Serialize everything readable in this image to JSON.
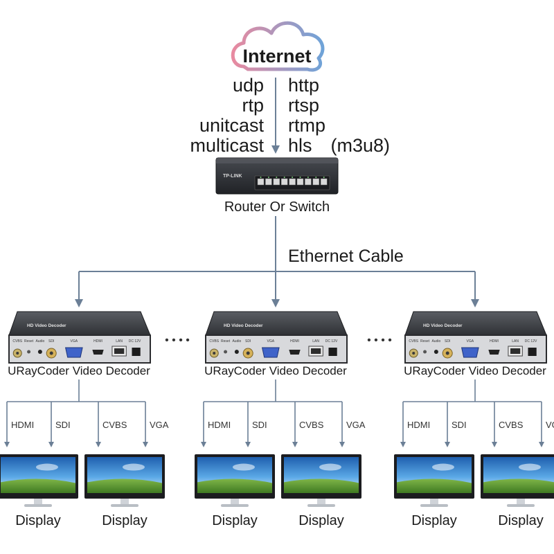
{
  "cloud": {
    "label": "Internet"
  },
  "protocols": {
    "left": [
      "udp",
      "rtp",
      "unitcast",
      "multicast"
    ],
    "right": [
      "http",
      "rtsp",
      "rtmp",
      "hls　(m3u8)"
    ]
  },
  "router": {
    "brand": "TP-LINK",
    "caption": "Router Or Switch"
  },
  "cable_label": "Ethernet Cable",
  "ellipsis": "• • • •",
  "decoders": [
    {
      "caption": "URayCoder Video Decoder",
      "top_label": "HD Video Decoder",
      "ports": [
        "CVBS",
        "Reset",
        "Audio",
        "SDI",
        "VGA",
        "HDMI",
        "LAN",
        "DC 12V"
      ],
      "outputs": [
        "HDMI",
        "SDI",
        "CVBS",
        "VGA"
      ],
      "displays": [
        "Display",
        "Display"
      ]
    },
    {
      "caption": "URayCoder Video Decoder",
      "top_label": "HD Video Decoder",
      "ports": [
        "CVBS",
        "Reset",
        "Audio",
        "SDI",
        "VGA",
        "HDMI",
        "LAN",
        "DC 12V"
      ],
      "outputs": [
        "HDMI",
        "SDI",
        "CVBS",
        "VGA"
      ],
      "displays": [
        "Display",
        "Display"
      ]
    },
    {
      "caption": "URayCoder Video Decoder",
      "top_label": "HD Video Decoder",
      "ports": [
        "CVBS",
        "Reset",
        "Audio",
        "SDI",
        "VGA",
        "HDMI",
        "LAN",
        "DC 12V"
      ],
      "outputs": [
        "HDMI",
        "SDI",
        "CVBS",
        "VGA"
      ],
      "displays": [
        "Display",
        "Display"
      ]
    }
  ],
  "colors": {
    "arrow": "#6b7f96",
    "cloud_left": "#e88aa0",
    "cloud_right": "#6fa3d8",
    "device_body": "#3a3c40",
    "router_body": "#2e3035",
    "sky": "#3b8ed6",
    "grass": "#5a9a3a"
  }
}
